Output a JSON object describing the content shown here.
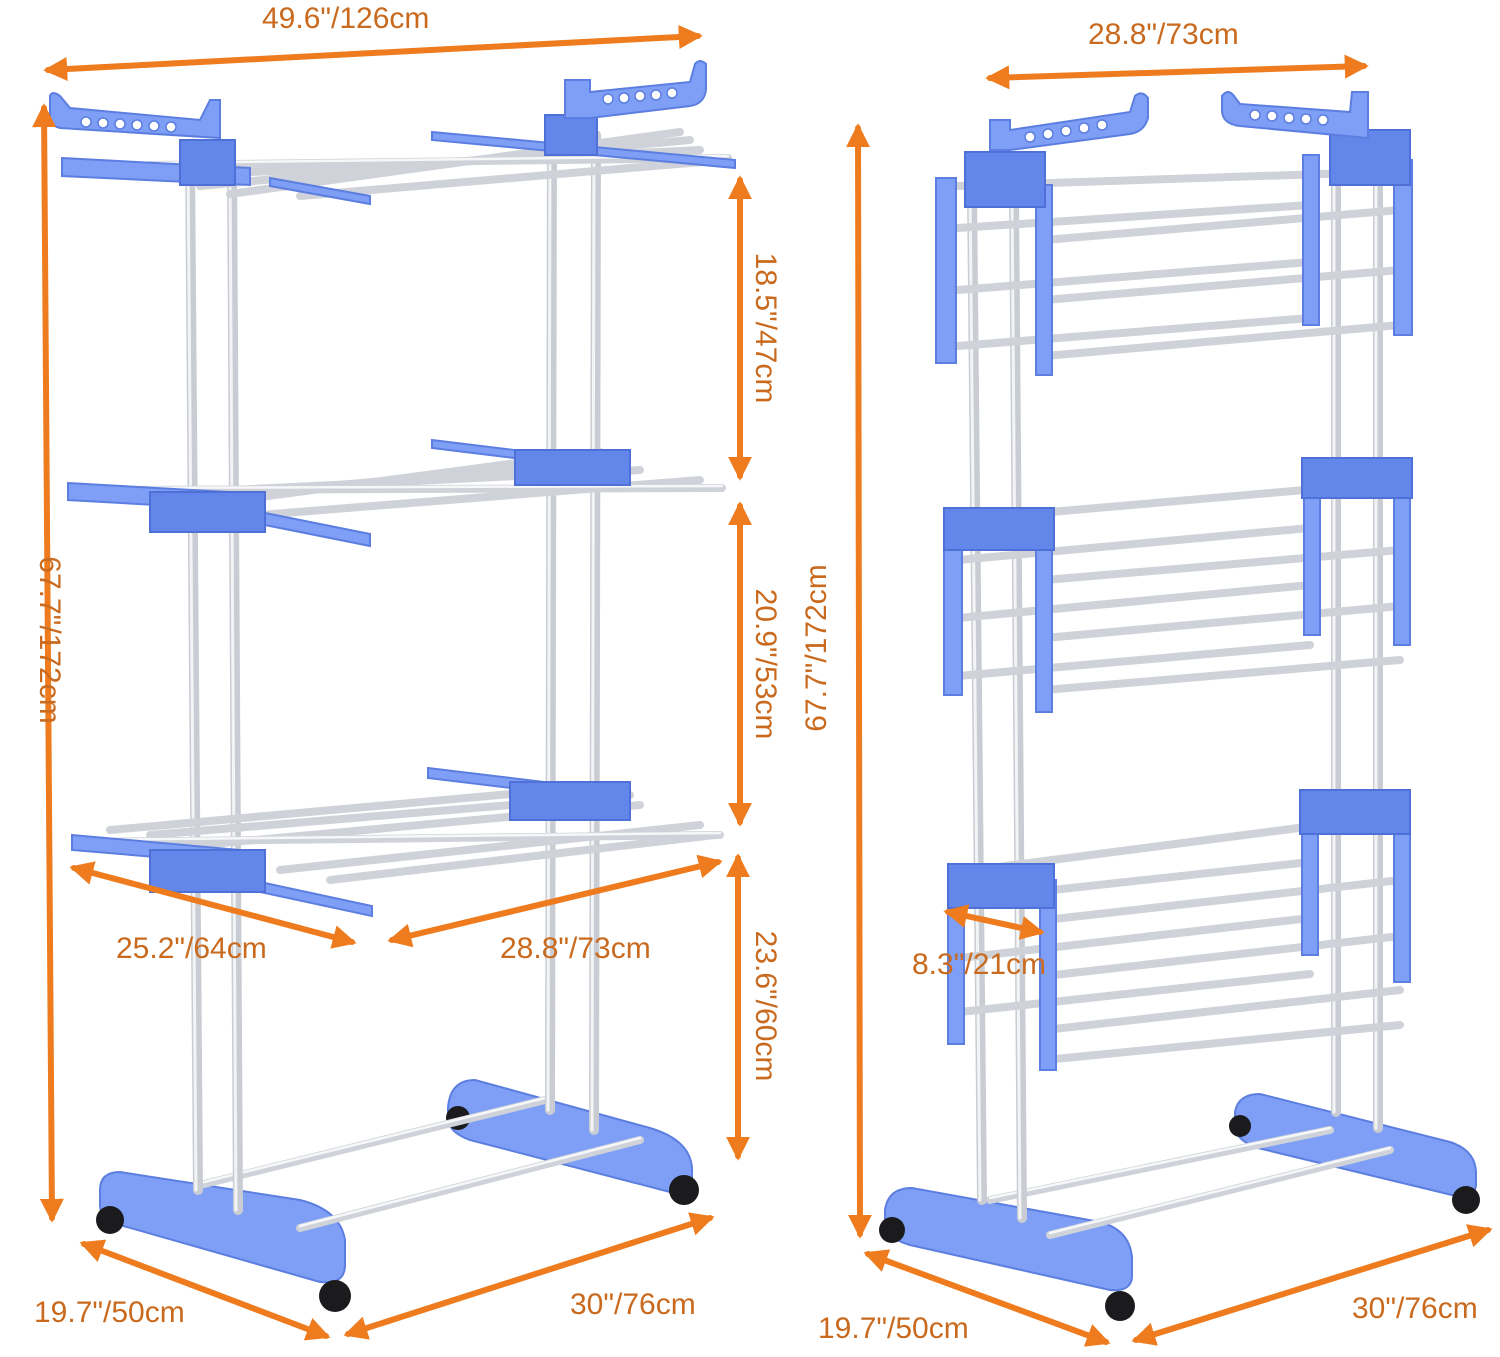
{
  "colors": {
    "accent_arrow": "#ee7c1f",
    "label_text": "#c96a1e",
    "rack_blue": "#7e9ff5",
    "rod_silver": "#cfd2d8",
    "wheel": "#1b1b1d",
    "background": "#ffffff"
  },
  "left_view": {
    "total_width": "49.6\"/126cm",
    "total_height": "67.7\"/172cm",
    "top_tier_gap": "18.5\"/47cm",
    "middle_tier_gap": "20.9\"/53cm",
    "bottom_tier_gap": "23.6\"/60cm",
    "wing_length": "25.2\"/64cm",
    "shelf_width": "28.8\"/73cm",
    "base_depth": "19.7\"/50cm",
    "base_width": "30\"/76cm"
  },
  "right_view": {
    "folded_width": "28.8\"/73cm",
    "total_height": "67.7\"/172cm",
    "folded_wing_depth": "8.3\"/21cm",
    "base_depth": "19.7\"/50cm",
    "base_width": "30\"/76cm"
  }
}
